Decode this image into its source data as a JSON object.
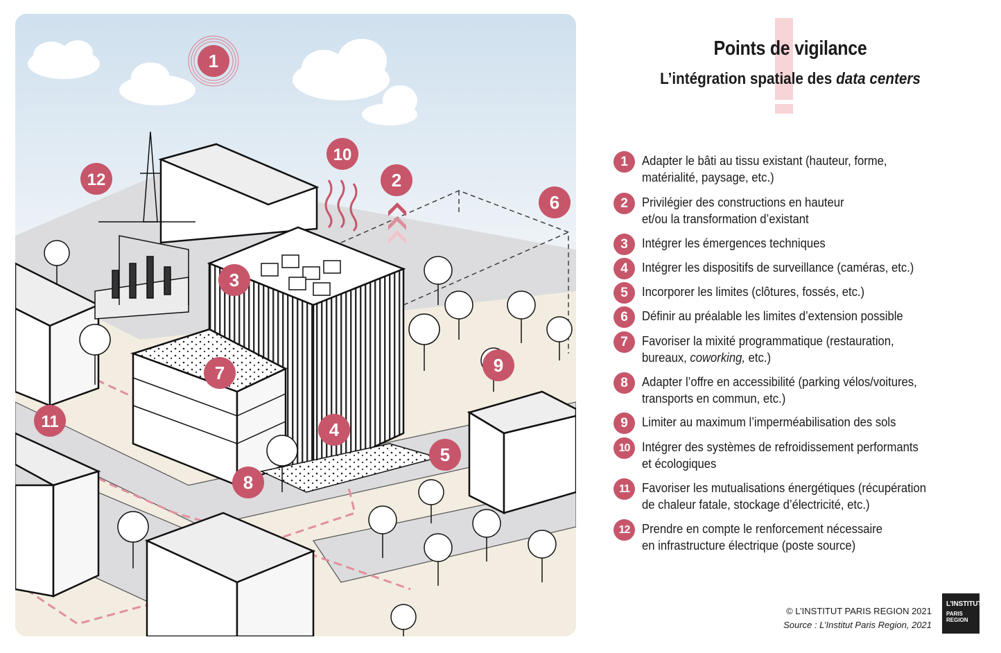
{
  "header": {
    "title": "Points de vigilance",
    "subtitle_main": "L’intégration spatiale des ",
    "subtitle_italic": "data centers"
  },
  "legend": [
    {
      "number": "1",
      "line1": "Adapter le bâti au tissu existant (hauteur, forme,",
      "line2": "matérialité, paysage, etc.)"
    },
    {
      "number": "2",
      "line1": "Privilégier des constructions en hauteur",
      "line2": "et/ou la transformation d’existant"
    },
    {
      "number": "3",
      "line1": "Intégrer les émergences techniques",
      "line2": ""
    },
    {
      "number": "4",
      "line1": "Intégrer les dispositifs de surveillance (caméras, etc.)",
      "line2": ""
    },
    {
      "number": "5",
      "line1": "Incorporer les limites (clôtures, fossés, etc.)",
      "line2": ""
    },
    {
      "number": "6",
      "line1": "Définir au préalable les limites d’extension possible",
      "line2": ""
    },
    {
      "number": "7",
      "line1": "Favoriser la mixité programmatique (restauration,",
      "line2_pre": "bureaux, ",
      "line2_italic": "coworking,",
      "line2_post": " etc.)"
    },
    {
      "number": "8",
      "line1": "Adapter l’offre en accessibilité (parking vélos/voitures,",
      "line2": "transports en commun, etc.)"
    },
    {
      "number": "9",
      "line1": "Limiter au maximum l’imperméabilisation des sols",
      "line2": ""
    },
    {
      "number": "10",
      "line1": "Intégrer des systèmes de refroidissement performants",
      "line2": "et écologiques"
    },
    {
      "number": "11",
      "line1": "Favoriser les mutualisations énergétiques (récupération",
      "line2": "de chaleur fatale, stockage d’électricité, etc.)"
    },
    {
      "number": "12",
      "line1": "Prendre en compte le renforcement nécessaire",
      "line2": "en infrastructure électrique (poste source)"
    }
  ],
  "illustration": {
    "markers": [
      "1",
      "2",
      "3",
      "4",
      "5",
      "6",
      "7",
      "8",
      "9",
      "10",
      "11",
      "12"
    ]
  },
  "credit": {
    "copyright": "© L’INSTITUT PARIS REGION 2021",
    "source": "Source : L’Institut Paris Region, 2021"
  },
  "logo": {
    "line1": "L’INSTITUT",
    "line2": "PARIS",
    "line3": "REGION"
  },
  "colors": {
    "accent": "#c7566b",
    "exclamation": "#f4c6ca",
    "sky": "#dbe8f2",
    "ground": "#f2ede0",
    "road": "#dcdcde"
  }
}
